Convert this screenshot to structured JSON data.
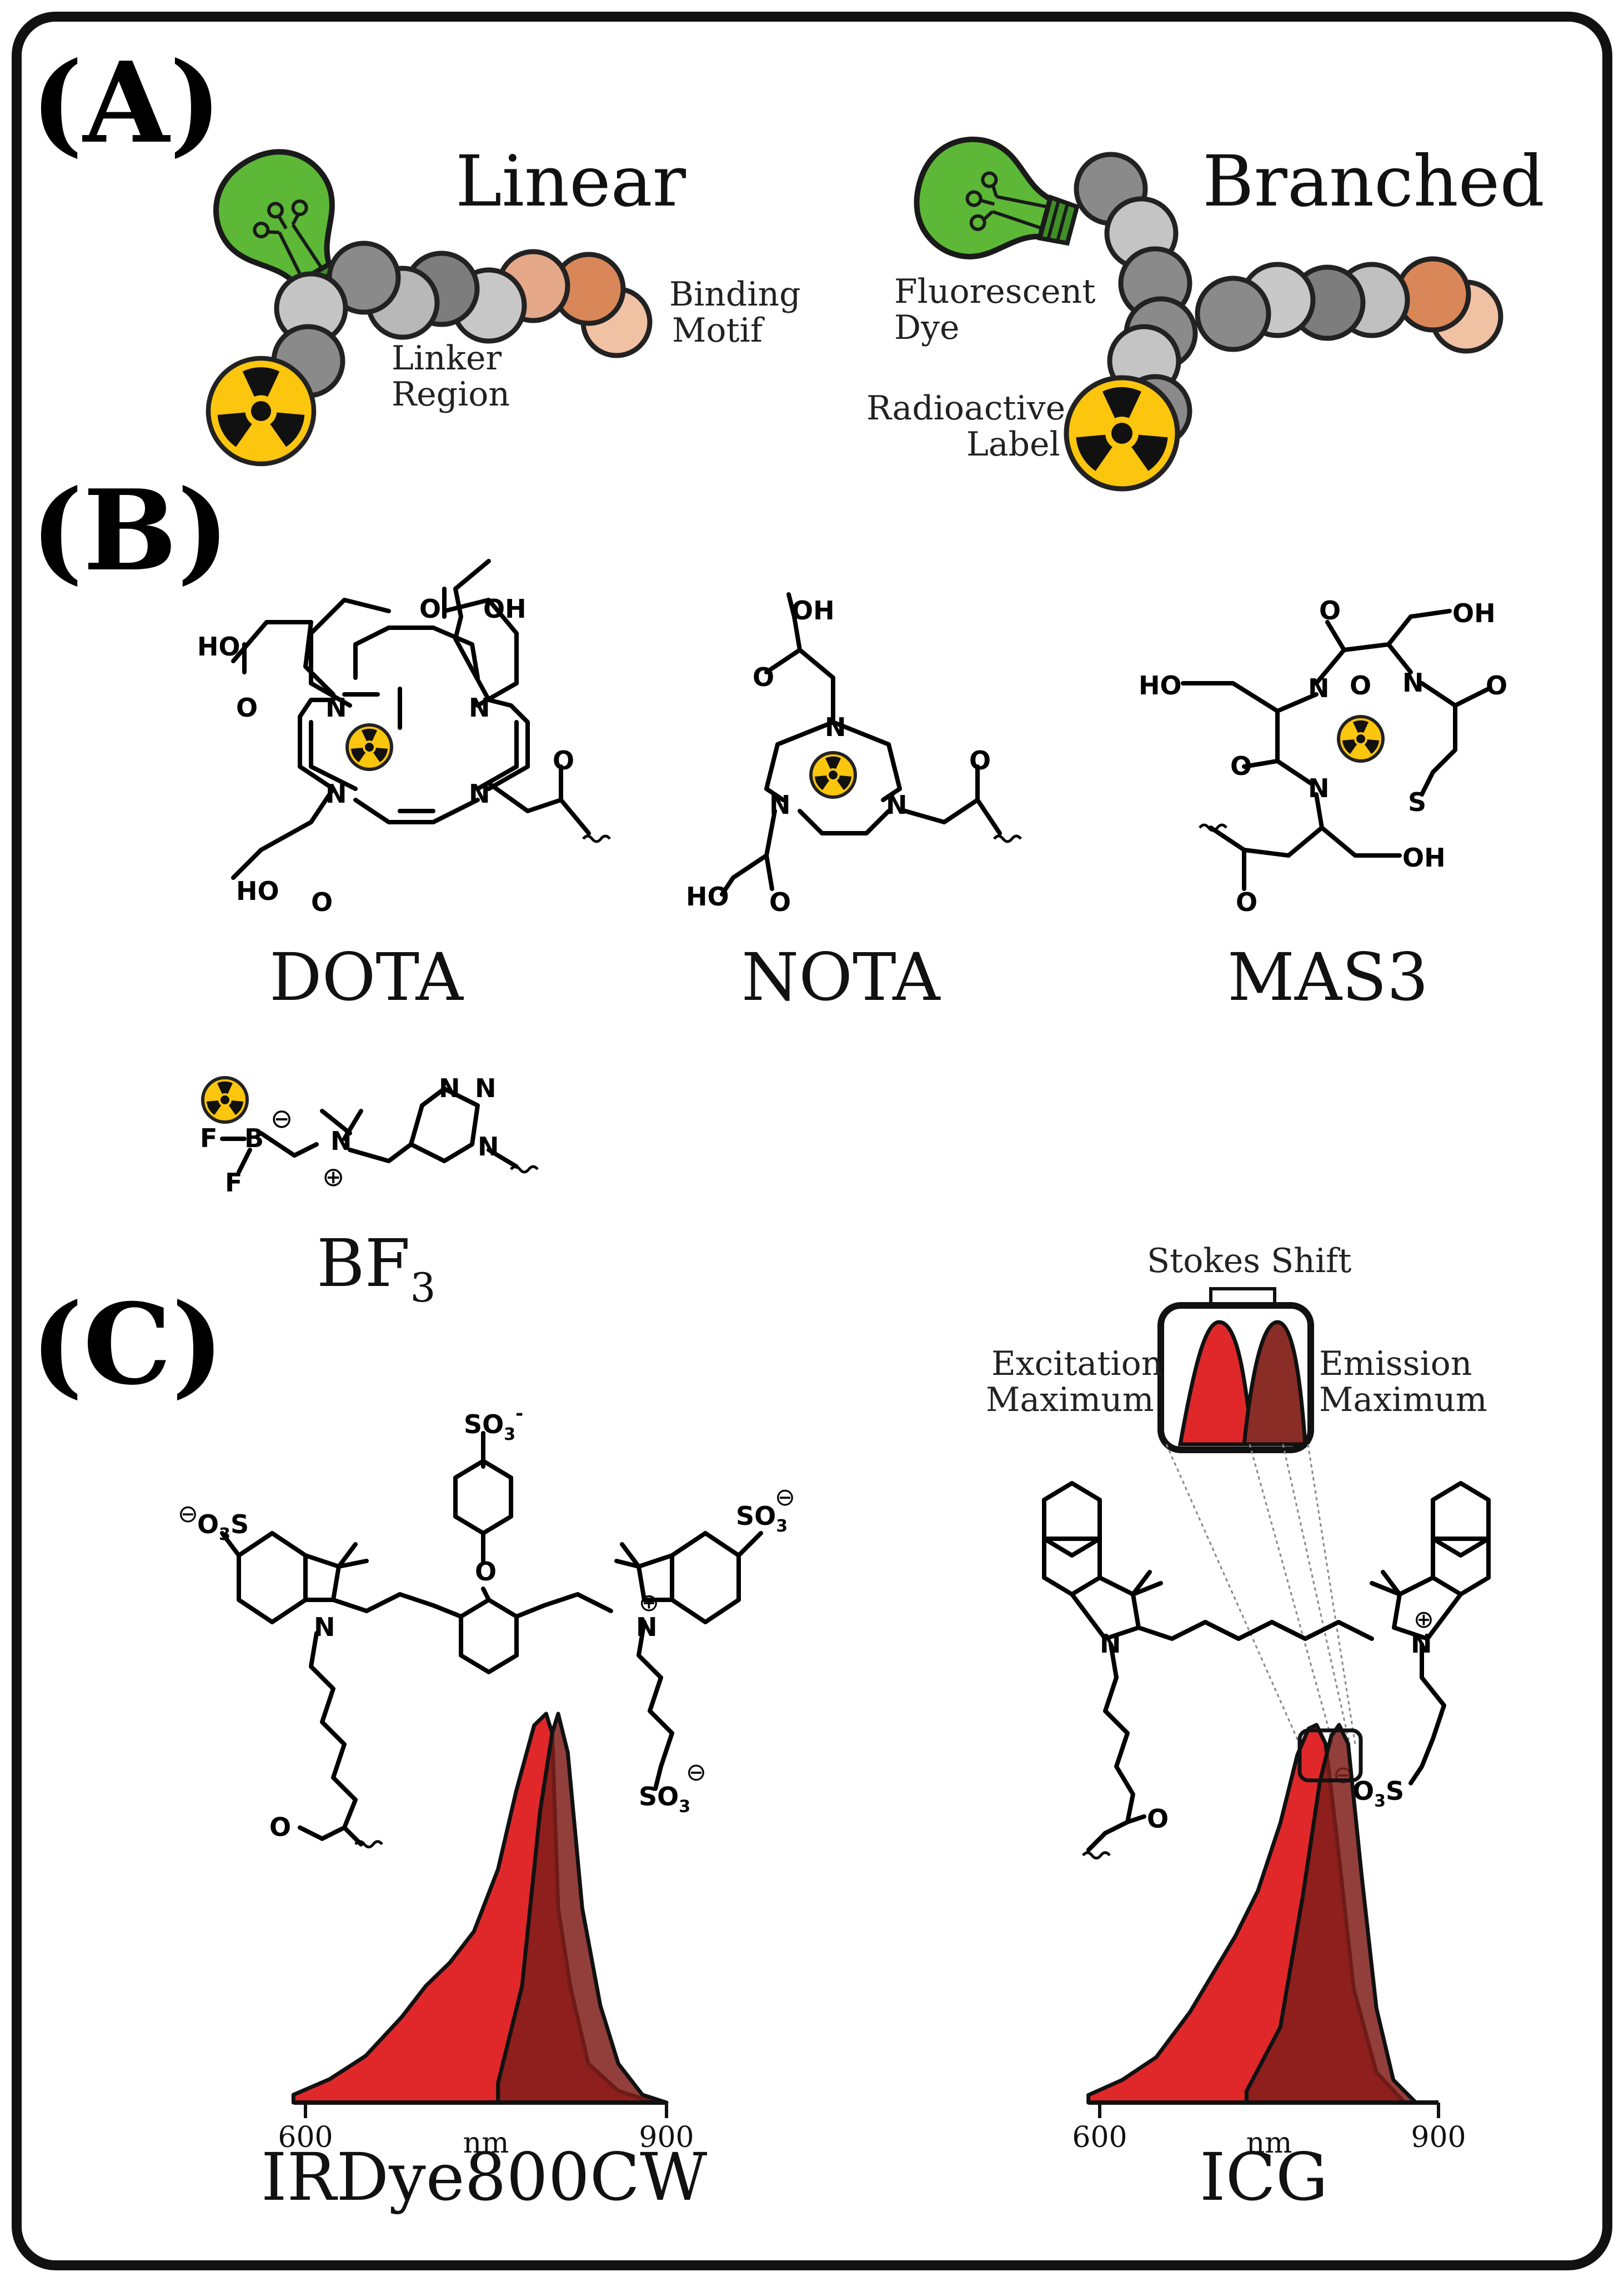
{
  "panels": {
    "a": "(A)",
    "b": "(B)",
    "c": "(C)"
  },
  "panel_a": {
    "linear_title": "Linear",
    "branched_title": "Branched",
    "linear_labels": {
      "binding_line1": "Binding",
      "binding_line2": "Motif",
      "linker_line1": "Linker",
      "linker_line2": "Region"
    },
    "branched_labels": {
      "dye_line1": "Fluorescent",
      "dye_line2": "Dye",
      "label_line1": "Radioactive",
      "label_line2": "Label"
    }
  },
  "panel_b": {
    "dota": "DOTA",
    "nota": "NOTA",
    "mas3": "MAS3",
    "bf3_main": "BF",
    "bf3_sub": "3",
    "atoms": {
      "N": "N",
      "O": "O",
      "OH": "OH",
      "HO": "HO",
      "S": "S",
      "F": "F",
      "B": "B",
      "minus": "⊖",
      "plus": "⊕"
    }
  },
  "panel_c": {
    "dye1_name": "IRDye800CW",
    "dye2_name": "ICG",
    "stokes_shift": "Stokes Shift",
    "excitation_line1": "Excitation",
    "excitation_line2": "Maximum",
    "emission_line1": "Emission",
    "emission_line2": "Maximum",
    "so3": "SO",
    "so3_sub": "3",
    "o3s_o": "O",
    "o3s_rest": "S",
    "o3_sub": "3",
    "charge_minus": "-"
  },
  "chart_data": [
    {
      "type": "area",
      "name": "IRDye800CW",
      "xlabel": "nm",
      "xlim": [
        600,
        900
      ],
      "x_ticks": [
        600,
        900
      ],
      "series": [
        {
          "x": [
            590,
            620,
            650,
            680,
            700,
            720,
            740,
            760,
            775,
            790,
            800,
            805,
            810,
            820,
            835,
            860,
            890
          ],
          "y": [
            0.02,
            0.06,
            0.12,
            0.22,
            0.3,
            0.36,
            0.44,
            0.6,
            0.8,
            0.97,
            1.0,
            0.95,
            0.5,
            0.3,
            0.1,
            0.03,
            0.0
          ]
        },
        {
          "x": [
            760,
            780,
            795,
            805,
            810,
            818,
            830,
            845,
            860,
            880,
            900
          ],
          "y": [
            0.05,
            0.3,
            0.75,
            0.95,
            1.0,
            0.9,
            0.5,
            0.25,
            0.1,
            0.02,
            0.0
          ]
        }
      ],
      "colors": [
        "#e0282b",
        "#7f1d1a"
      ]
    },
    {
      "type": "area",
      "name": "ICG",
      "xlabel": "nm",
      "xlim": [
        600,
        900
      ],
      "x_ticks": [
        600,
        900
      ],
      "series": [
        {
          "x": [
            590,
            620,
            650,
            680,
            700,
            720,
            740,
            760,
            775,
            785,
            792,
            800,
            810,
            825,
            845,
            870
          ],
          "y": [
            0.02,
            0.06,
            0.12,
            0.24,
            0.34,
            0.44,
            0.56,
            0.74,
            0.92,
            0.99,
            1.0,
            0.95,
            0.7,
            0.3,
            0.08,
            0.0
          ]
        },
        {
          "x": [
            730,
            760,
            780,
            795,
            805,
            812,
            820,
            832,
            845,
            860,
            880
          ],
          "y": [
            0.03,
            0.2,
            0.55,
            0.85,
            0.97,
            1.0,
            0.95,
            0.6,
            0.25,
            0.06,
            0.0
          ]
        }
      ],
      "colors": [
        "#e0282b",
        "#7f1d1a"
      ]
    }
  ]
}
